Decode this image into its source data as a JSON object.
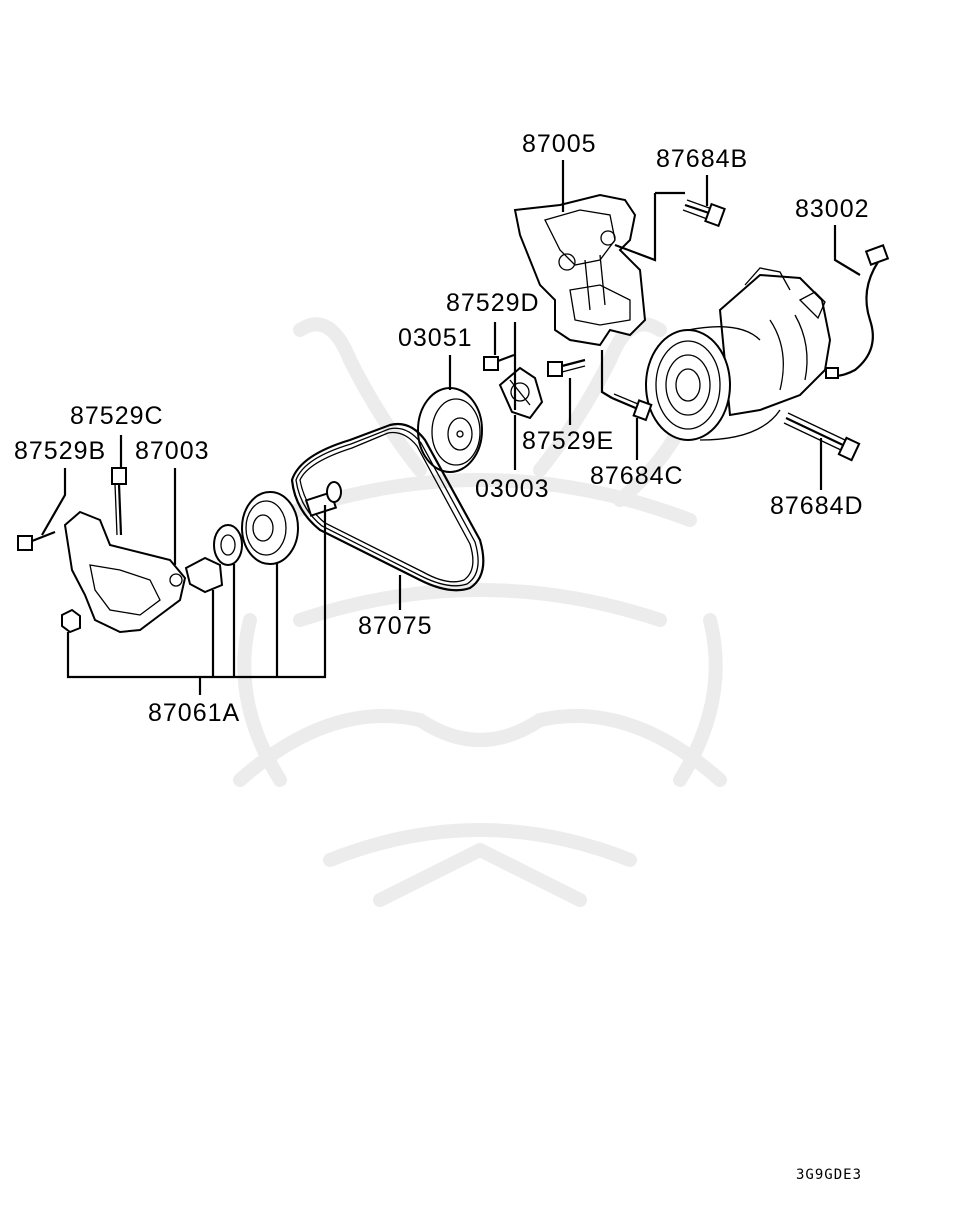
{
  "diagram": {
    "drawing_code": "3G9GDE3",
    "watermark": "samurai-helmet-watermark",
    "labels": [
      {
        "id": "87005",
        "text": "87005"
      },
      {
        "id": "87684B",
        "text": "87684B"
      },
      {
        "id": "83002",
        "text": "83002"
      },
      {
        "id": "87529D",
        "text": "87529D"
      },
      {
        "id": "03051",
        "text": "03051"
      },
      {
        "id": "87529C",
        "text": "87529C"
      },
      {
        "id": "87529B",
        "text": "87529B"
      },
      {
        "id": "87003",
        "text": "87003"
      },
      {
        "id": "87529E",
        "text": "87529E"
      },
      {
        "id": "03003",
        "text": "03003"
      },
      {
        "id": "87684C",
        "text": "87684C"
      },
      {
        "id": "87684D",
        "text": "87684D"
      },
      {
        "id": "87075",
        "text": "87075"
      },
      {
        "id": "87061A",
        "text": "87061A"
      }
    ]
  }
}
